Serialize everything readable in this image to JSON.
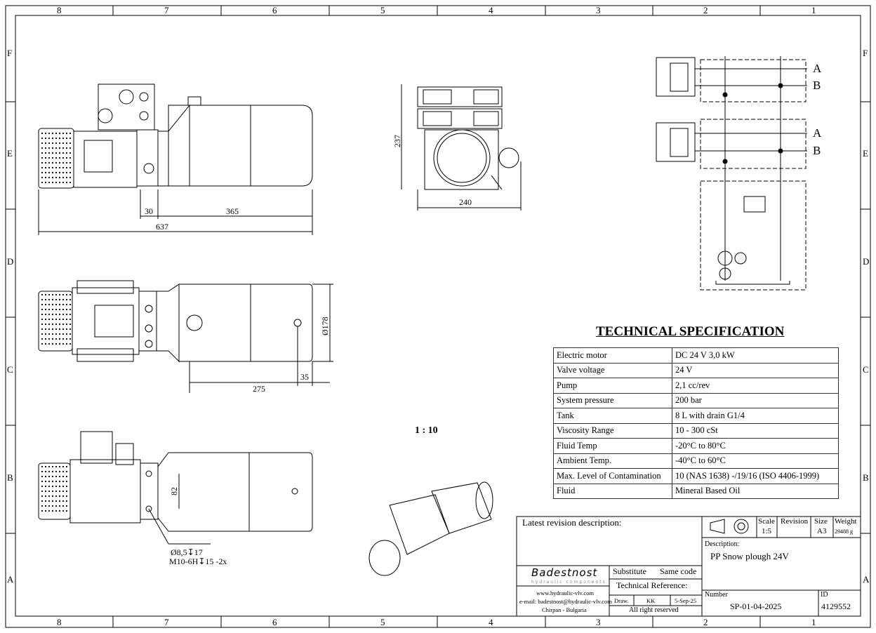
{
  "frame": {
    "columns": [
      "8",
      "7",
      "6",
      "5",
      "4",
      "3",
      "2",
      "1"
    ],
    "rows": [
      "F",
      "E",
      "D",
      "C",
      "B",
      "A"
    ]
  },
  "dimensions": {
    "front_30": "30",
    "front_365": "365",
    "front_637": "637",
    "side_237": "237",
    "side_240": "240",
    "top_dia178": "Ø178",
    "top_275": "275",
    "top_35": "35",
    "bottom_82": "82",
    "hole_callout_1": "Ø8,5↧17",
    "hole_callout_2": "M10-6H↧15 -2x"
  },
  "view_scale": "1 : 10",
  "schematic": {
    "port_a1": "A",
    "port_b1": "B",
    "port_a2": "A",
    "port_b2": "B"
  },
  "spec": {
    "title": "TECHNICAL SPECIFICATION",
    "rows": [
      {
        "label": "Electric motor",
        "value": "DC 24 V 3,0 kW"
      },
      {
        "label": "Valve voltage",
        "value": "24 V"
      },
      {
        "label": "Pump",
        "value": "2,1 cc/rev"
      },
      {
        "label": "System pressure",
        "value": "200 bar"
      },
      {
        "label": "Tank",
        "value": "8 L with drain G1/4"
      },
      {
        "label": "Viscosity Range",
        "value": "10 - 300 cSt"
      },
      {
        "label": "Fluid Temp",
        "value": "-20°C to 80°C"
      },
      {
        "label": "Ambient Temp.",
        "value": "-40°C to 60°C"
      },
      {
        "label": "Max. Level of Contamination",
        "value": "10 (NAS 1638) -/19/16 (ISO 4406-1999)"
      },
      {
        "label": "Fluid",
        "value": "Mineral Based Oil"
      }
    ]
  },
  "title_block": {
    "revision_label": "Latest revision description:",
    "scale_label": "Scale",
    "scale_value": "1:5",
    "revision_col": "Revision",
    "size_label": "Size",
    "size_value": "A3",
    "weight_label": "Weight",
    "weight_value": "29488 g",
    "description_label": "Description:",
    "description_value": "PP Snow plough 24V",
    "company": "Badestnost",
    "company_tagline": "hydraulic components",
    "website": "www.hydraulic-vlv.com",
    "email": "e-mail: badestnost@hydraulic-vlv.com",
    "location": "Chirpan - Bulgaria",
    "substitute": "Substitute",
    "same_code": "Same code",
    "tech_ref": "Technical Reference:",
    "draw_label": "Draw.",
    "draw_by": "KK",
    "draw_date": "5-Sep-25",
    "rights": "All right reserved",
    "number_label": "Number",
    "number_value": "SP-01-04-2025",
    "id_label": "ID",
    "id_value": "4129552"
  }
}
